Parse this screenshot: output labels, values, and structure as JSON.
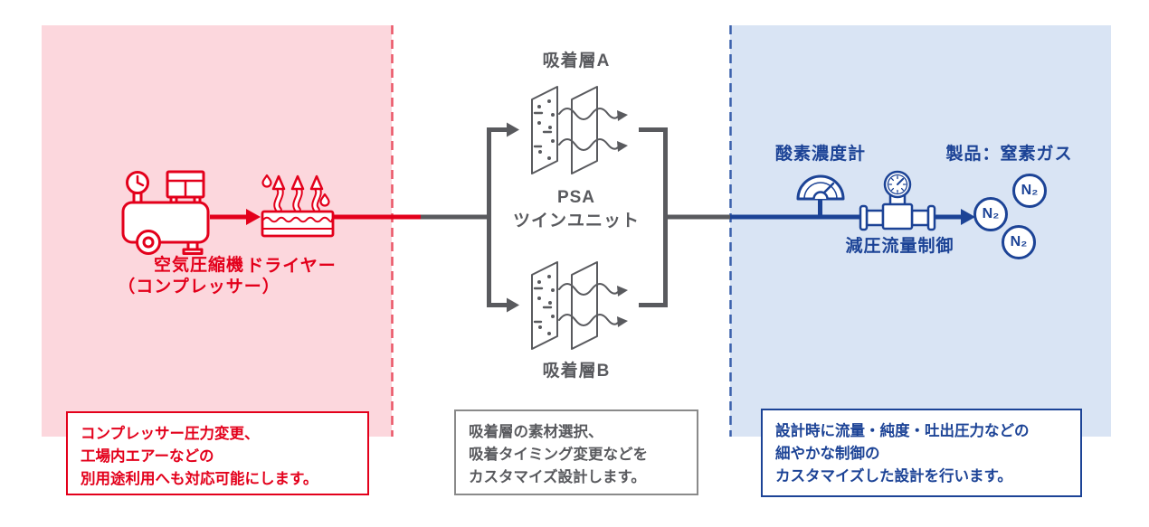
{
  "colors": {
    "accent_red": "#e3001b",
    "pink_background": "#fcd7dd",
    "accent_blue": "#1c4396",
    "blue_background": "#d9e4f4",
    "neutral_gray": "#595a5e"
  },
  "left_section": {
    "compressor_label": [
      "空気圧縮機",
      "（コンプレッサー）"
    ],
    "dryer_label": "ドライヤー",
    "note": [
      "コンプレッサー圧力変更、",
      "工場内エアーなどの",
      "別用途利用へも対応可能にします。"
    ]
  },
  "center_section": {
    "adsorption_layer_a_label": "吸着層A",
    "adsorption_layer_b_label": "吸着層B",
    "psa_unit_label": [
      "PSA",
      "ツインユニット"
    ],
    "note": [
      "吸着層の素材選択、",
      "吸着タイミング変更などを",
      "カスタマイズ設計します。"
    ]
  },
  "right_section": {
    "oxygen_meter_label": "酸素濃度計",
    "flow_control_label": "減圧流量制御",
    "product_label": "製品：窒素ガス",
    "n2_symbol": "N₂",
    "note": [
      "設計時に流量・純度・吐出圧力などの",
      "細やかな制御の",
      "カスタマイズした設計を行います。"
    ]
  }
}
